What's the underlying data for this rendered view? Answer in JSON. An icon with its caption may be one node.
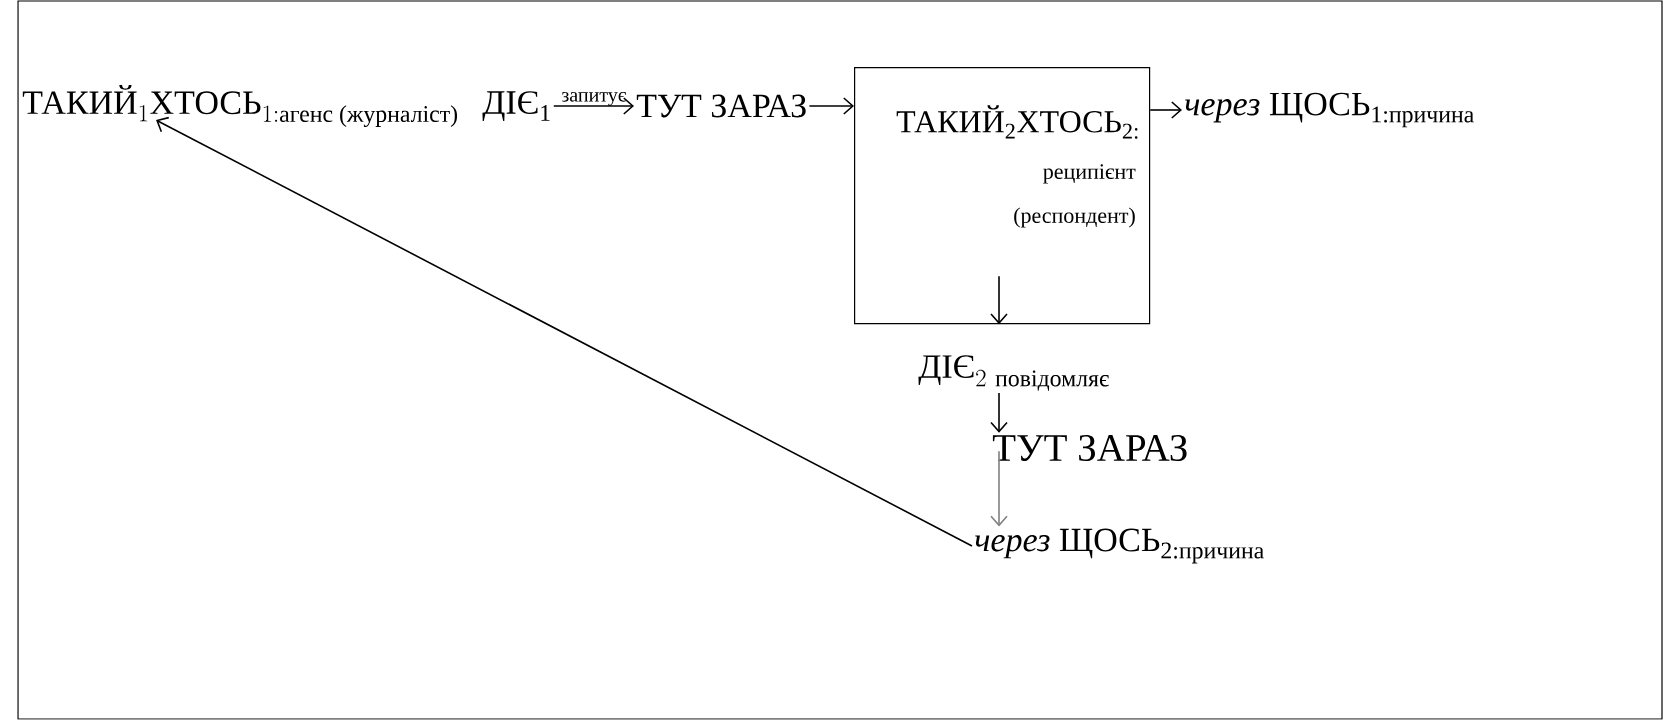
{
  "diagram": {
    "nodes": [
      {
        "text": [
          "\\text{ТАКИЙ}_{1}\\text{ХТОСЬ}_{1:\\text{агенс (журналіст)}}"
        ]
      },
      {
        "text": [
          "ДІЄ$_{1}$"
        ]
      },
      {
        "text": [
          "ТУТ ЗАРАЗ"
        ]
      },
      {
        "text": [
          "ТАКИЙ$_{2}$ХТОСЬ$_{2:}$",
          "реципієнт (респондент)"
        ]
      },
      {
        "text": [
          "*через* ЩОСЬ$_{1:причина}$"
        ]
      },
      {
        "text": [
          "\\text{ДІЄ}_{2\\ \\text{повідомляє}}"
        ]
      },
      {
        "text": [
          "ТУТ ЗАРАЗ"
        ]
      },
      {
        "text": [
          "*через* ЩОСЬ$_{2:причина}$"
        ]
      }
    ],
    "edges": [
      {
        "from": 1,
        "to": 2,
        "arrow": "to",
        "label": "запитує"
      },
      {
        "from": 2,
        "to": 3,
        "arrow": "to"
      },
      {
        "from": 3,
        "to": 4,
        "arrow": "to"
      },
      {
        "from": 3,
        "to": 5,
        "arrow": "to"
      },
      {
        "from": 5,
        "to": 6,
        "arrow": "to"
      },
      {
        "from": 6,
        "to": 7,
        "arrow": "to",
        "color": "#808080"
      },
      {
        "from": 7,
        "to": 0,
        "arrow": "to"
      }
    ]
  }
}
